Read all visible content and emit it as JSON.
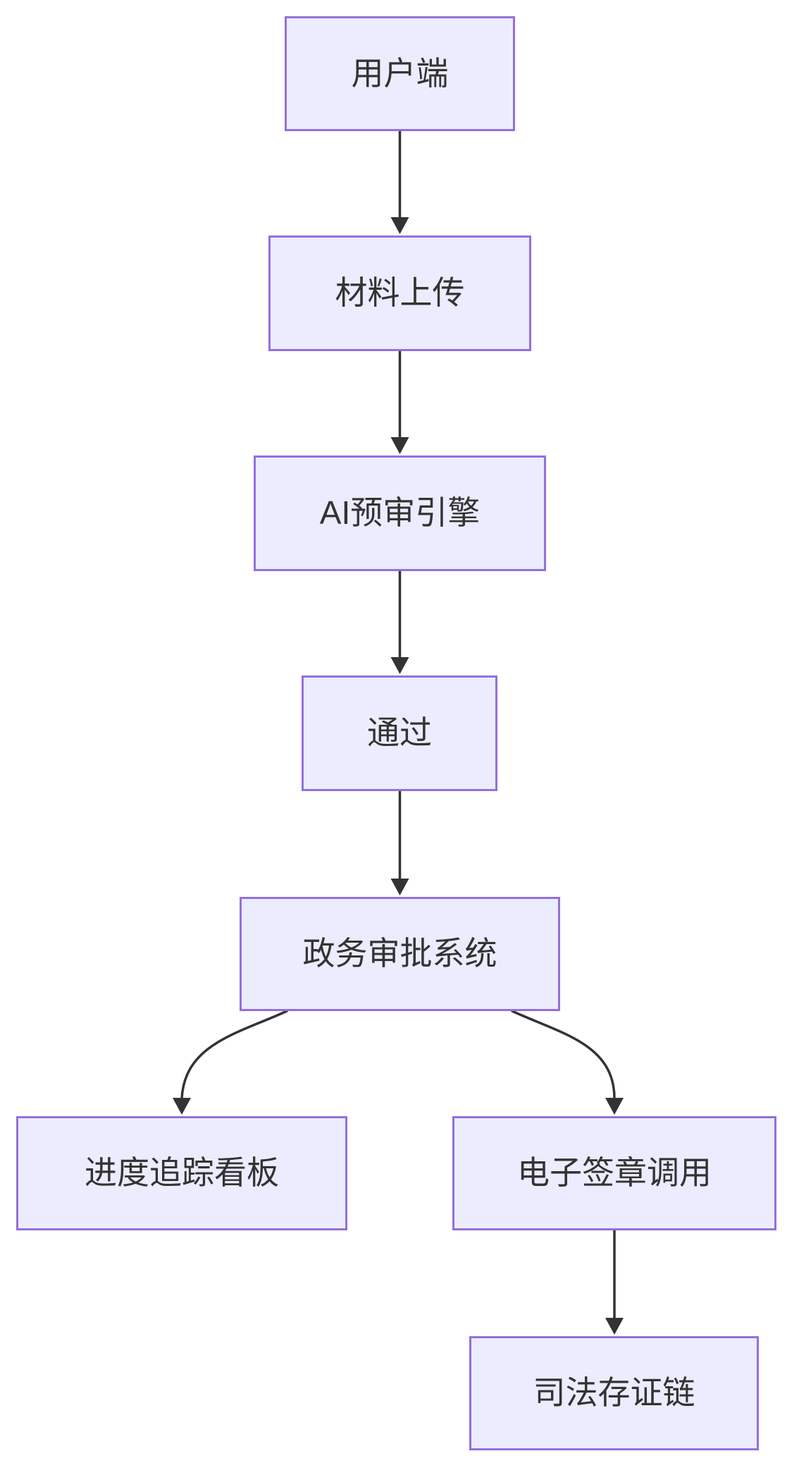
{
  "diagram": {
    "type": "flowchart",
    "direction": "top-down",
    "background_color": "#ffffff",
    "node_fill_color": "#ECECFF",
    "node_border_color": "#9370DB",
    "node_text_color": "#333333",
    "edge_color": "#333333",
    "nodes": [
      {
        "label": "用户端"
      },
      {
        "label": "材料上传"
      },
      {
        "label": "AI预审引擎"
      },
      {
        "label": "通过"
      },
      {
        "label": "政务审批系统"
      },
      {
        "label": "进度追踪看板"
      },
      {
        "label": "电子签章调用"
      },
      {
        "label": "司法存证链"
      }
    ],
    "edges": [
      {
        "from": "用户端",
        "to": "材料上传"
      },
      {
        "from": "材料上传",
        "to": "AI预审引擎"
      },
      {
        "from": "AI预审引擎",
        "to": "通过"
      },
      {
        "from": "通过",
        "to": "政务审批系统"
      },
      {
        "from": "政务审批系统",
        "to": "进度追踪看板"
      },
      {
        "from": "政务审批系统",
        "to": "电子签章调用"
      },
      {
        "from": "电子签章调用",
        "to": "司法存证链"
      }
    ]
  }
}
